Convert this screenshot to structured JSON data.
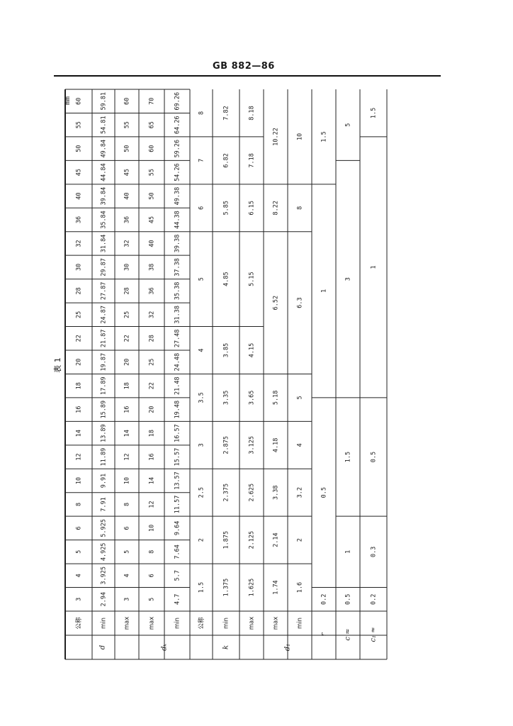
{
  "header": "GB 882—86",
  "unit": "mm",
  "table_title": "表 1",
  "row_labels": {
    "d_group": "d",
    "dk_group": "dₖ",
    "k_group": "k",
    "d1_group": "d₁",
    "nominal": "公称",
    "min": "min",
    "max": "max",
    "r": "r",
    "c": "c ≈",
    "c1": "c₁ ≈"
  },
  "columns": {
    "d_nominal": [
      "3",
      "4",
      "5",
      "6",
      "8",
      "10",
      "12",
      "14",
      "16",
      "18",
      "20",
      "22",
      "25",
      "28",
      "30",
      "32",
      "36",
      "40",
      "45",
      "50",
      "55",
      "60"
    ],
    "d_min": [
      "2.94",
      "3.925",
      "4.925",
      "5.925",
      "7.91",
      "9.91",
      "11.89",
      "13.89",
      "15.89",
      "17.89",
      "19.87",
      "21.87",
      "24.87",
      "27.87",
      "29.87",
      "31.84",
      "35.84",
      "39.84",
      "44.84",
      "49.84",
      "54.81",
      "59.81"
    ],
    "d_max": [
      "3",
      "4",
      "5",
      "6",
      "8",
      "10",
      "12",
      "14",
      "16",
      "18",
      "20",
      "22",
      "25",
      "28",
      "30",
      "32",
      "36",
      "40",
      "45",
      "50",
      "55",
      "60"
    ],
    "dk_max": [
      "5",
      "6",
      "8",
      "10",
      "12",
      "14",
      "16",
      "18",
      "20",
      "22",
      "25",
      "28",
      "32",
      "36",
      "38",
      "40",
      "45",
      "50",
      "55",
      "60",
      "65",
      "70"
    ],
    "dk_min": [
      "4.7",
      "5.7",
      "7.64",
      "9.64",
      "11.57",
      "13.57",
      "15.57",
      "16.57",
      "19.48",
      "21.48",
      "24.48",
      "27.48",
      "31.38",
      "35.38",
      "37.38",
      "39.38",
      "44.38",
      "49.38",
      "54.26",
      "59.26",
      "64.26",
      "69.26"
    ]
  },
  "merged": {
    "k_nominal": [
      "1.5",
      "2",
      "2.5",
      "3",
      "3.5",
      "4",
      "5",
      "6",
      "7",
      "8"
    ],
    "k_min": [
      "1.375",
      "1.875",
      "2.375",
      "2.875",
      "3.35",
      "3.85",
      "4.85",
      "5.85",
      "6.82",
      "7.82"
    ],
    "k_max": [
      "1.625",
      "2.125",
      "2.625",
      "3.125",
      "3.65",
      "4.15",
      "5.15",
      "6.15",
      "7.18",
      "8.18"
    ],
    "d1_max": [
      "1.74",
      "2.14",
      "3.38",
      "4.18",
      "5.18",
      "6.52",
      "8.22",
      "10.22"
    ],
    "d1_min": [
      "1.6",
      "2",
      "3.2",
      "4",
      "5",
      "6.3",
      "8",
      "10"
    ],
    "r": [
      "0.2",
      "0.5",
      "1",
      "1.5"
    ],
    "c": [
      "0.5",
      "1",
      "1.5",
      "3",
      "5"
    ],
    "c1": [
      "0.2",
      "0.3",
      "0.5",
      "1",
      "1.5"
    ]
  }
}
